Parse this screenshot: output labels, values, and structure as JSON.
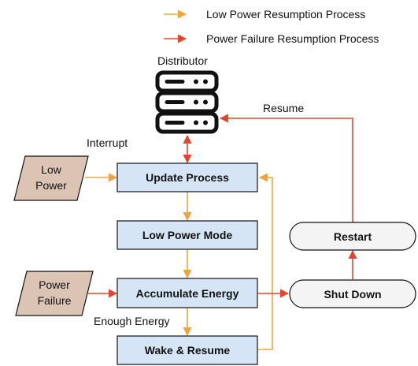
{
  "legend": {
    "items": [
      {
        "label": "Low Power Resumption Process",
        "color": "#f0a53c"
      },
      {
        "label": "Power Failure Resumption Process",
        "color": "#e2462f"
      }
    ]
  },
  "distributor": {
    "label": "Distributor",
    "icon": "server-icon"
  },
  "inputs": {
    "low_power": {
      "line1": "Low",
      "line2": "Power"
    },
    "power_failure": {
      "line1": "Power",
      "line2": "Failure"
    }
  },
  "process": {
    "update": "Update Process",
    "low_power_mode": "Low Power Mode",
    "accumulate": "Accumulate Energy",
    "wake": "Wake & Resume"
  },
  "states": {
    "restart": "Restart",
    "shut_down": "Shut Down"
  },
  "edge_labels": {
    "interrupt": "Interrupt",
    "resume": "Resume",
    "enough_energy": "Enough Energy"
  },
  "colors": {
    "process_fill": "#d6e5f6",
    "input_fill": "#dcc4b4",
    "state_fill": "#f4f4f4",
    "low_power_arrow": "#f0a53c",
    "failure_arrow": "#e2462f"
  }
}
